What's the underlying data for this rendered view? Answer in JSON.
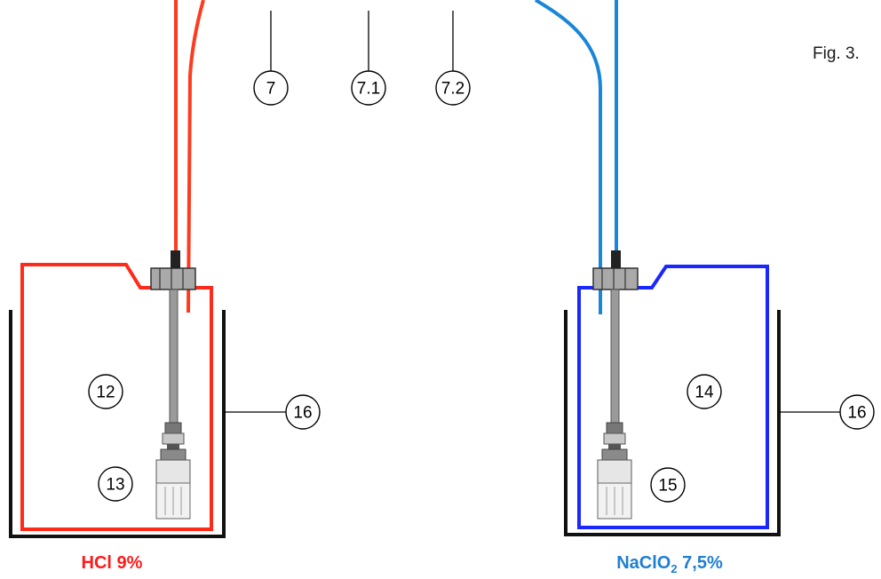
{
  "figure_label": "Fig. 3.",
  "colors": {
    "acid": "#ff2a1a",
    "acid_tube": "#ff3b1f",
    "chlorite": "#1a27ff",
    "chlorite_tube": "#1a86d6",
    "label_acid": "#ff1a1a",
    "label_chlorite": "#1f7fd0",
    "outline": "#111111",
    "cap": "#a9a9a9",
    "rod": "#9a9a9a"
  },
  "callouts": {
    "c7": "7",
    "c7_1": "7.1",
    "c7_2": "7.2",
    "c12": "12",
    "c13": "13",
    "c14": "14",
    "c15": "15",
    "c16_left": "16",
    "c16_right": "16"
  },
  "tanks": {
    "left": {
      "label_main": "HCl 9%",
      "icon": "suction-lance-icon"
    },
    "right": {
      "label_prefix": "NaClO",
      "label_sub": "2",
      "label_suffix": " 7,5%",
      "icon": "suction-lance-icon"
    }
  }
}
